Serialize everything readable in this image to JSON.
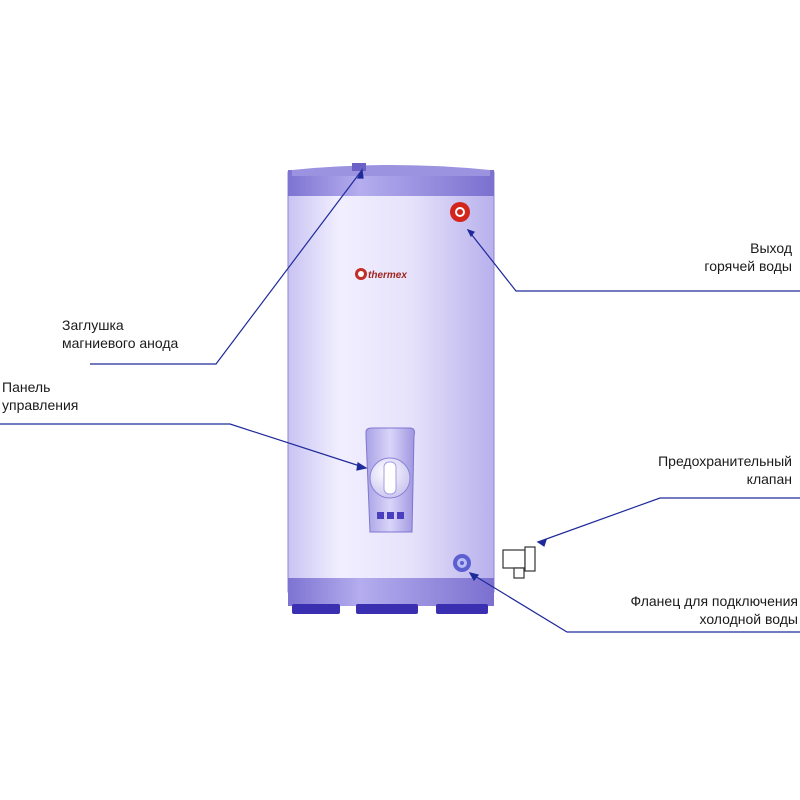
{
  "brand": {
    "logo_text": "thermex",
    "colors": {
      "logo_red": "#c0302a",
      "tank_body": "#e9e6fb",
      "tank_band": "#8c83d8",
      "leader_line": "#1f2a9a"
    }
  },
  "callouts": {
    "hot_water_outlet": {
      "line1": "Выход",
      "line2": "горячей воды"
    },
    "anode_plug": {
      "line1": "Заглушка",
      "line2": "магниевого анода"
    },
    "control_panel": {
      "line1": "Панель",
      "line2": "управления"
    },
    "safety_valve": {
      "line1": "Предохранительный",
      "line2": "клапан"
    },
    "cold_water_flange": {
      "line1": "Фланец для подключения",
      "line2": "холодной воды"
    }
  }
}
